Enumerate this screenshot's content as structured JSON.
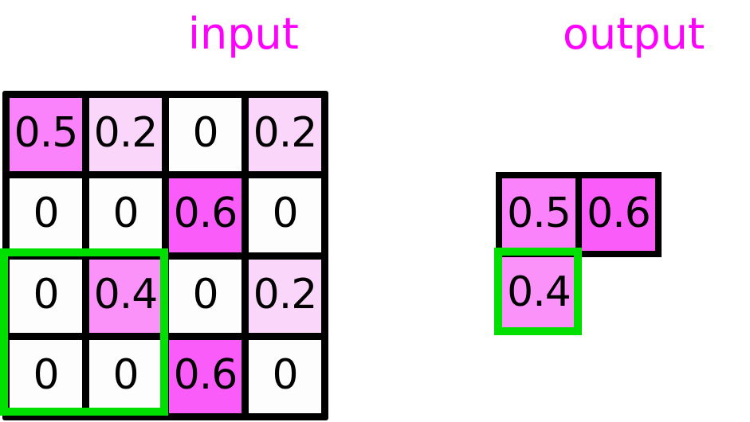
{
  "titles": {
    "input": "input",
    "output": "output",
    "color": "#ff00ff"
  },
  "palette": {
    "zero": "#fefdfe",
    "v02": "#fad7fa",
    "v04": "#fa92fa",
    "v05": "#fa82fa",
    "v06": "#f95cf9",
    "border": "#000000",
    "highlight": "#00e000"
  },
  "chart_data": {
    "type": "heatmap",
    "title": "",
    "input": {
      "label": "input",
      "rows": 4,
      "cols": 4,
      "values": [
        [
          "0.5",
          "0.2",
          "0",
          "0.2"
        ],
        [
          "0",
          "0",
          "0.6",
          "0"
        ],
        [
          "0",
          "0.4",
          "0",
          "0.2"
        ],
        [
          "0",
          "0",
          "0.6",
          "0"
        ]
      ],
      "numeric": [
        [
          0.5,
          0.2,
          0.0,
          0.2
        ],
        [
          0.0,
          0.0,
          0.6,
          0.0
        ],
        [
          0.0,
          0.4,
          0.0,
          0.2
        ],
        [
          0.0,
          0.0,
          0.6,
          0.0
        ]
      ],
      "colors": [
        [
          "#fa82fa",
          "#fad7fa",
          "#fefdfe",
          "#fad7fa"
        ],
        [
          "#fefdfe",
          "#fefdfe",
          "#f95cf9",
          "#fefdfe"
        ],
        [
          "#fefdfe",
          "#fa92fa",
          "#fefdfe",
          "#fad7fa"
        ],
        [
          "#fefdfe",
          "#fefdfe",
          "#f95cf9",
          "#fefdfe"
        ]
      ],
      "highlight_region": {
        "row_start": 3,
        "row_end": 4,
        "col_start": 1,
        "col_end": 2,
        "color": "#00e000"
      }
    },
    "output": {
      "label": "output",
      "rows": 2,
      "cols": 2,
      "values": [
        [
          "0.5",
          "0.6"
        ],
        [
          "0.4",
          ""
        ]
      ],
      "numeric": [
        [
          0.5,
          0.6
        ],
        [
          0.4,
          null
        ]
      ],
      "colors": [
        [
          "#fa82fa",
          "#f95cf9"
        ],
        [
          "#fa92fa",
          null
        ]
      ],
      "highlight_cell": {
        "row": 2,
        "col": 1,
        "color": "#00e000"
      }
    }
  }
}
